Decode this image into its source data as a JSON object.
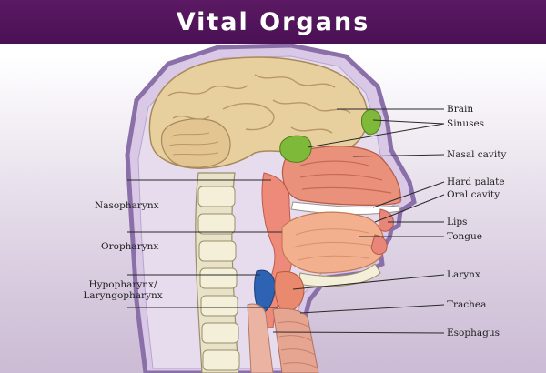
{
  "title": "Vital Organs",
  "colors": {
    "banner": "#4a1054",
    "skin_outline": "#8a6fa8",
    "brain": "#e8cf9e",
    "sinus": "#7fb93a",
    "nasal": "#e9917b",
    "tongue": "#f2b08e",
    "hypopharynx": "#2e63b3",
    "trachea": "#e5a591"
  },
  "labels": {
    "brain": "Brain",
    "sinuses": "Sinuses",
    "nasal_cavity": "Nasal cavity",
    "hard_palate": "Hard palate",
    "oral_cavity": "Oral cavity",
    "lips": "Lips",
    "tongue": "Tongue",
    "larynx": "Larynx",
    "trachea": "Trachea",
    "esophagus": "Esophagus",
    "nasopharynx": "Nasopharynx",
    "oropharynx": "Oropharynx",
    "hypopharynx_line1": "Hypopharynx/",
    "hypopharynx_line2": "Laryngopharynx"
  }
}
